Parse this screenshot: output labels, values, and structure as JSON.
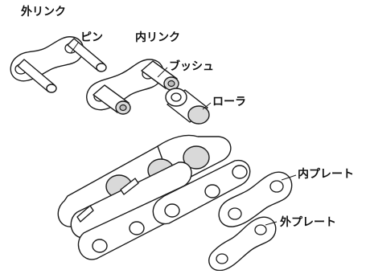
{
  "labels": {
    "outer_link": "外リンク",
    "pin": "ピン",
    "inner_link": "内リンク",
    "bush": "ブッシュ",
    "roller": "ローラ",
    "inner_plate": "内プレート",
    "outer_plate": "外プレート"
  }
}
